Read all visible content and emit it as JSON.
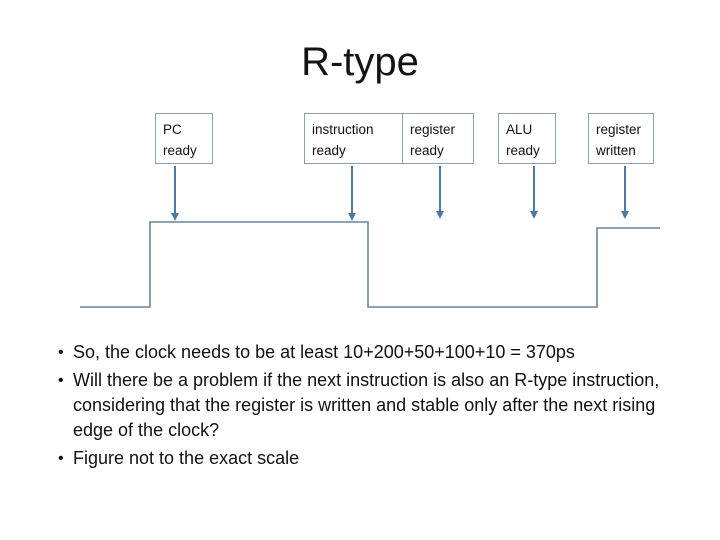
{
  "slide": {
    "title": "R-type",
    "diagram": {
      "labels": [
        {
          "line1": "PC",
          "line2": "ready"
        },
        {
          "line1": "instruction",
          "line2": "ready"
        },
        {
          "line1": "register",
          "line2": "ready"
        },
        {
          "line1": "ALU",
          "line2": "ready"
        },
        {
          "line1": "register",
          "line2": "written"
        }
      ]
    },
    "bullets": [
      "So, the clock needs to be at least 10+200+50+100+10 = 370ps",
      "Will there be a problem if the next instruction is also an R-type instruction, considering that the register is written and stable only after the next rising edge of the clock?",
      "Figure not to the exact scale"
    ],
    "colors": {
      "box_border": "#8ba0b2",
      "arrow": "#4d7aa5",
      "waveform": "#68869c",
      "text": "#111111"
    }
  }
}
